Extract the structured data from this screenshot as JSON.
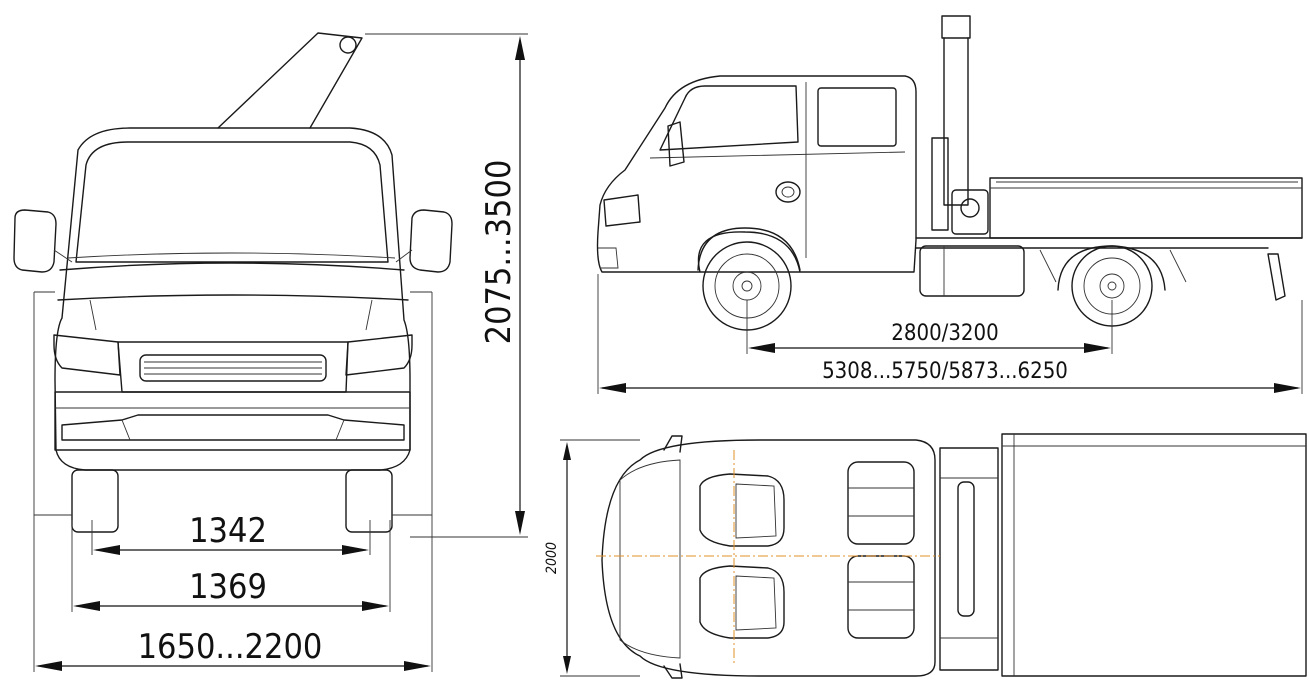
{
  "dimensions": {
    "front_track_inner": "1342",
    "front_track_outer": "1369",
    "front_width": "1650...2200",
    "front_height": "2075...3500",
    "side_wheelbase": "2800/3200",
    "side_length": "5308...5750/5873...6250",
    "top_width": "2000"
  }
}
